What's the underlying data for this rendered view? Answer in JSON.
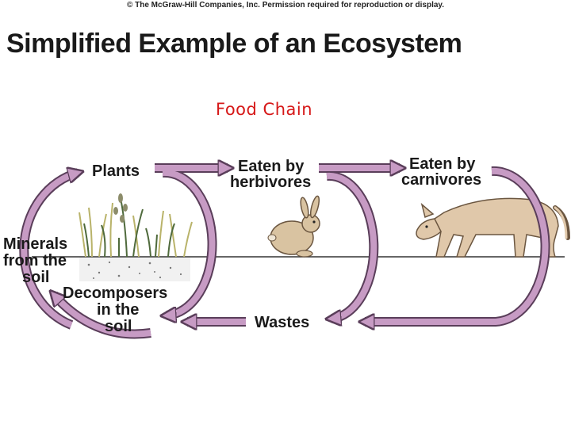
{
  "copyright": "© The McGraw-Hill Companies, Inc. Permission required for reproduction or display.",
  "title": "Simplified Example of an Ecosystem",
  "subtitle": "Food Chain",
  "labels": {
    "plants": "Plants",
    "eaten_herbivores_1": "Eaten by",
    "eaten_herbivores_2": "herbivores",
    "eaten_carnivores_1": "Eaten by",
    "eaten_carnivores_2": "carnivores",
    "minerals_1": "Minerals",
    "minerals_2": "from the",
    "minerals_3": "soil",
    "decomposers_1": "Decomposers",
    "decomposers_2": "in the",
    "decomposers_3": "soil",
    "wastes": "Wastes"
  },
  "colors": {
    "arrow_fill": "#c79bc4",
    "arrow_stroke": "#5a3e5a",
    "title_red": "#d61818"
  },
  "illustrations": [
    "grass-plants",
    "rabbit",
    "coyote",
    "soil"
  ]
}
